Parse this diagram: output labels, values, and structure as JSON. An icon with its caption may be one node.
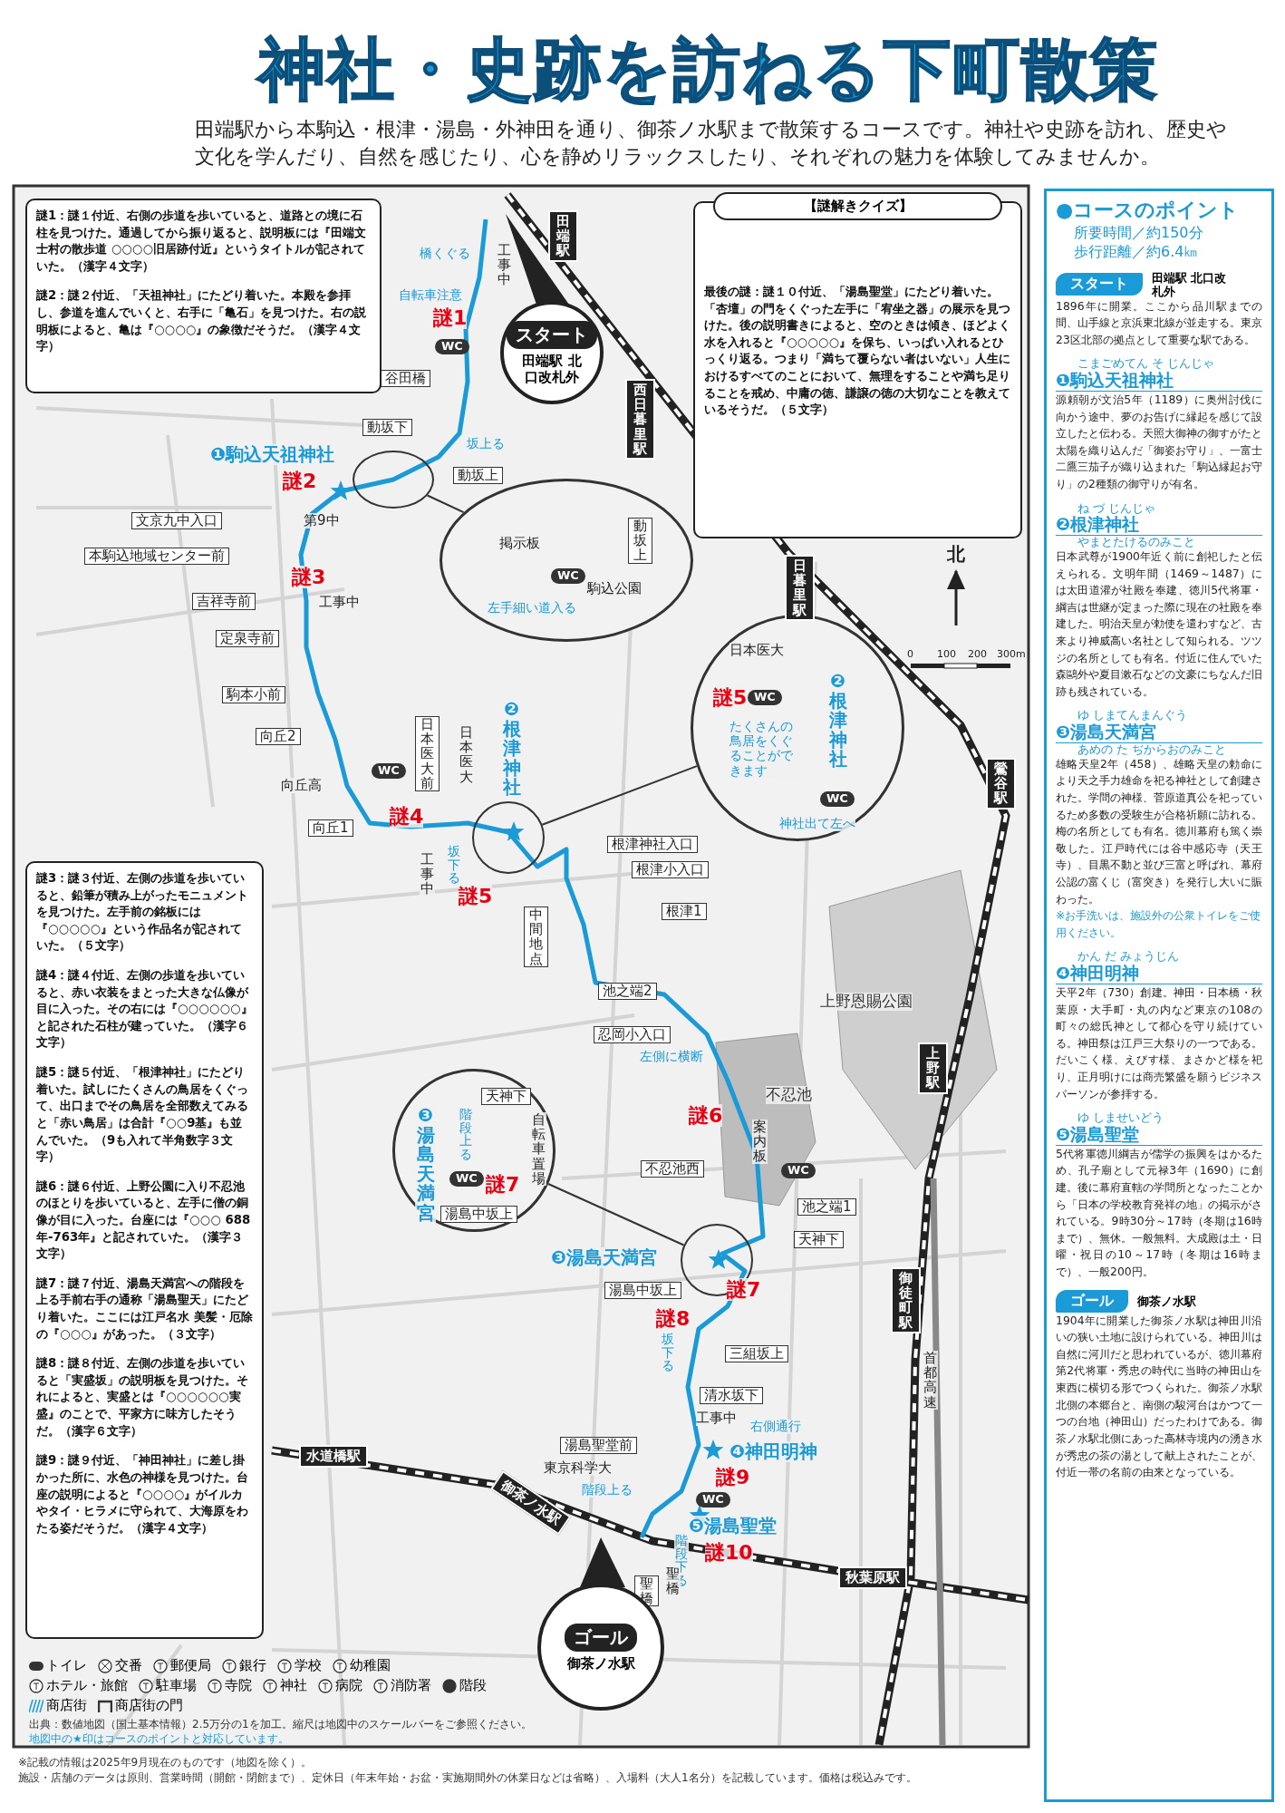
{
  "diagram": {
    "title": "神社・史跡を訪ねる下町散策",
    "nodes": [
      {
        "text": [
          "謎1：謎１付近、右側の歩道を歩いていると、道路との境に石柱を見つけた。通過してから振り返ると、説明板には『田端文士村の散歩道 ○○○○旧居跡付近』というタイトルが記されていた。（漢字４文字）",
          "謎2：謎２付近、「天祖神社」にたどり着いた。本殿を参拝し、参道を進んでいくと、右手に「亀石」を見つけた。右の説明板によると、亀は『○○○○』の象徴だそうだ。（漢字４文字）"
        ]
      },
      {
        "text": [
          "【謎解きクイズ】",
          "最後の謎：謎１０付近、「湯島聖堂」にたどり着いた。「杏壇」の門をくぐった左手に「宥坐之器」の展示を見つけた。後の説明書きによると、空のときは傾き、ほどよく水を入れると『○○○○○』を保ち、いっぱい入れるとひっくり返る。つまり「満ちて覆らない者はいない」人生におけるすべてのことにおいて、無理をすることや満ち足りることを戒め、中庸の徳、謙譲の徳の大切なことを教えているそうだ。（５文字）"
        ]
      },
      {
        "text": [
          "謎3：謎３付近、左側の歩道を歩いていると、鉛筆が積み上がったモニュメントを見つけた。左手前の銘板には『○○○○○』という作品名が記されていた。（５文字）",
          "謎4：謎４付近、左側の歩道を歩いていると、赤い衣装をまとった大きな仏像が目に入った。その右には『○○○○○○』と記された石柱が建っていた。（漢字６文字）",
          "謎5：謎５付近、「根津神社」にたどり着いた。試しにたくさんの鳥居をくぐって、出口までその鳥居を全部数えてみると「赤い鳥居」は合計『○○9基』も並んでいた。（9も入れて半角数字３文字）",
          "謎6：謎６付近、上野公園に入り不忍池のほとりを歩いていると、左手に僧の銅像が目に入った。台座には『○○○ 688年-763年』と記されていた。（漢字３文字）",
          "謎7：謎７付近、湯島天満宮への階段を上る手前右手の通称「湯島聖天」にたどり着いた。ここには江戸名水 美髪・厄除の『○○○』があった。（３文字）",
          "謎8：謎８付近、左側の歩道を歩いていると「実盛坂」の説明板を見つけた。それによると、実盛とは『○○○○○○実盛』のことで、平家方に味方したそうだ。（漢字６文字）",
          "謎9：謎９付近、「神田神社」に差し掛かった所に、水色の神様を見つけた。台座の説明によると『○○○○』がイルカやタイ・ヒラメに守られて、大海原をわたる姿だそうだ。（漢字４文字）"
        ]
      },
      {
        "text": [
          "スタート",
          "田端駅 北口改札外"
        ]
      },
      {
        "text": [
          "ゴール",
          "御茶ノ水駅"
        ]
      },
      {
        "text": [
          "掲示板",
          "動坂上",
          "WC",
          "駒込公園",
          "左手細い道入る"
        ]
      },
      {
        "text": [
          "日本医大",
          "謎5",
          "WC",
          "たくさんの鳥居をくぐることができます",
          "❷根津神社",
          "WC",
          "神社出て左へ"
        ]
      },
      {
        "text": [
          "天神下",
          "❸湯島天満宮",
          "階段上る",
          "自転車置場",
          "WC",
          "謎7",
          "湯島中坂上"
        ]
      },
      {
        "text": [],
        "shape": "circle"
      },
      {
        "text": [],
        "shape": "circle"
      },
      {
        "text": [],
        "shape": "circle"
      },
      {
        "text": [
          "●コースのポイント",
          "所要時間／約150分",
          "歩行距離／約6.4㎞"
        ]
      },
      {
        "text": [
          "スタート",
          "田端駅 北口改札外",
          "1896年に開業。ここから品川駅までの間、山手線と京浜東北線が並走する。東京23区北部の拠点として重要な駅である。"
        ],
        "in": 11
      },
      {
        "text": [
          "こまごめてん そ じんじゃ",
          "❶駒込天祖神社",
          "源頼朝が文治5年（1189）に奥州討伐に向かう途中、夢のお告げに縁起を感じて設立したと伝わる。天照大御神の御すがたと太陽を織り込んだ「御姿お守り」、一富士二鷹三茄子が織り込まれた「駒込縁起お守り」の2種類の御守りが有名。"
        ],
        "in": 11
      },
      {
        "text": [
          "ね づ じんじゃ",
          "❷根津神社",
          "やまとたけるのみこと",
          "日本武尊が1900年近く前に創祀したと伝えられる。文明年間（1469～1487）には太田道灌が社殿を奉建、徳川5代将軍・綱吉は世継が定まった際に現在の社殿を奉建した。明治天皇が勅使を遣わすなど、古来より神威高い名社として知られる。ツツジの名所としても有名。付近に住んでいた森鷗外や夏目漱石などの文豪にちなんだ旧跡も残されている。"
        ],
        "in": 11
      },
      {
        "text": [
          "ゆ しまてんまんぐう",
          "❸湯島天満宮",
          "あめの た ぢからおのみこと",
          "雄略天皇2年（458）、雄略天皇の勅命により天之手力雄命を祀る神社として創建された。学問の神様、菅原道真公を祀っているため多数の受験生が合格祈願に訪れる。梅の名所としても有名。徳川幕府も篤く崇敬した。江戸時代には谷中感応寺（天王寺）、目黒不動と並び三富と呼ばれ、幕府公認の富くじ（富突き）を発行し大いに賑わった。",
          "※お手洗いは、施設外の公衆トイレをご使用ください。"
        ],
        "in": 11
      },
      {
        "text": [
          "かん だ みょうじん",
          "❹神田明神",
          "天平2年（730）創建。神田・日本橋・秋葉原・大手町・丸の内など東京の108の町々の総氏神として都心を守り続けている。神田祭は江戸三大祭りの一つである。だいこく様、えびす様、まさかど様を祀り、正月明けには商売繁盛を願うビジネスパーソンが参拝する。"
        ],
        "in": 11
      },
      {
        "text": [
          "ゆ しませいどう",
          "❺湯島聖堂",
          "5代将軍徳川綱吉が儒学の振興をはかるため、孔子廟として元禄3年（1690）に創建。後に幕府直轄の学問所となったことから「日本の学校教育発祥の地」の掲示がされている。9時30分～17時（冬期は16時まで）、無休。一般無料。大成殿は土・日曜・祝日の10～17時（冬期は16時まで）、一般200円。"
        ],
        "in": 11
      },
      {
        "text": [
          "ゴール",
          "御茶ノ水駅",
          "1904年に開業した御茶ノ水駅は神田川沿いの狭い土地に設けられている。神田川は自然に河川だと思われているが、徳川幕府第2代将軍・秀忠の時代に当時の神田山を東西に横切る形でつくられた。御茶ノ水駅北側の本郷台と、南側の駿河台はかつて一つの台地（神田山）だったわけである。御茶ノ水駅北側にあった高林寺境内の湧き水が秀忠の茶の湯として献上されたことが、付近一帯の名前の由来となっている。"
        ],
        "in": 11
      }
    ],
    "edges": [
      {
        "from": 5,
        "to": 8,
        "arrow": "none"
      },
      {
        "from": 6,
        "to": 9,
        "arrow": "none"
      },
      {
        "from": 7,
        "to": 10,
        "arrow": "none"
      }
    ],
    "labels": [
      "田端駅から本駒込・根津・湯島・外神田を通り、御茶ノ水駅まで散策するコースです。神社や史跡を訪れ、歴史や文化を学んだり、自然を感じたり、心を静めリラックスしたり、それぞれの魅力を体験してみませんか。",
      "橋くぐる",
      "工事中",
      "自転車注意",
      "謎1",
      "WC",
      "谷田橋",
      "動坂下",
      "坂上る",
      "動坂上",
      "❶駒込天祖神社",
      "謎2",
      "文京九中入口",
      "第9中",
      "本駒込地域センター前",
      "謎3",
      "吉祥寺前",
      "工事中",
      "定泉寺前",
      "駒本小前",
      "向丘2",
      "WC",
      "向丘高",
      "日本医大前",
      "日本医大",
      "❷根津神社",
      "謎4",
      "向丘1",
      "工事中",
      "坂下る",
      "謎5",
      "中間地点",
      "根津神社入口",
      "根津小入口",
      "根津1",
      "北",
      "0",
      "100",
      "200",
      "300m",
      "上野恩賜公園",
      "池之端2",
      "忍岡小入口",
      "左側に横断",
      "不忍池",
      "謎6",
      "案内板",
      "WC",
      "不忍池西",
      "池之端1",
      "天神下",
      "❸湯島天満宮",
      "謎7",
      "湯島中坂上",
      "謎8",
      "坂下る",
      "三組坂上",
      "清水坂下",
      "工事中",
      "右側通行",
      "湯島聖堂前",
      "東京科学大",
      "❹神田明神",
      "謎9",
      "階段上る",
      "WC",
      "❺湯島聖堂",
      "階段下る",
      "謎10",
      "聖橋",
      "聖橋",
      "田端駅",
      "西日暮里駅",
      "日暮里駅",
      "鶯谷駅",
      "上野駅",
      "御徒町駅",
      "首都高速",
      "水道橋駅",
      "御茶ノ水駅",
      "秋葉原駅",
      "出典：数値地図（国土基本情報）2.5万分の1を加工。縮尺は地図中のスケールバーをご参照ください。",
      "地図中の★印はコースのポイントと対応しています。",
      "※記載の情報は2025年9月現在のものです（地図を除く）。",
      "施設・店舗のデータは原則、営業時間（開館・閉館まで）、定休日（年末年始・お盆・実施期間外の休業日などは省略）、入場料（大人1名分）を記載しています。価格は税込みです。"
    ],
    "legend": [
      {
        "text": "トイレ"
      },
      {
        "text": "交番"
      },
      {
        "text": "郵便局"
      },
      {
        "text": "銀行"
      },
      {
        "text": "学校"
      },
      {
        "text": "幼稚園"
      },
      {
        "text": "ホテル・旅館"
      },
      {
        "text": "駐車場"
      },
      {
        "text": "寺院"
      },
      {
        "text": "神社"
      },
      {
        "text": "病院"
      },
      {
        "text": "消防署"
      },
      {
        "text": "階段"
      },
      {
        "text": "商店街"
      },
      {
        "text": "商店街の門"
      }
    ]
  }
}
